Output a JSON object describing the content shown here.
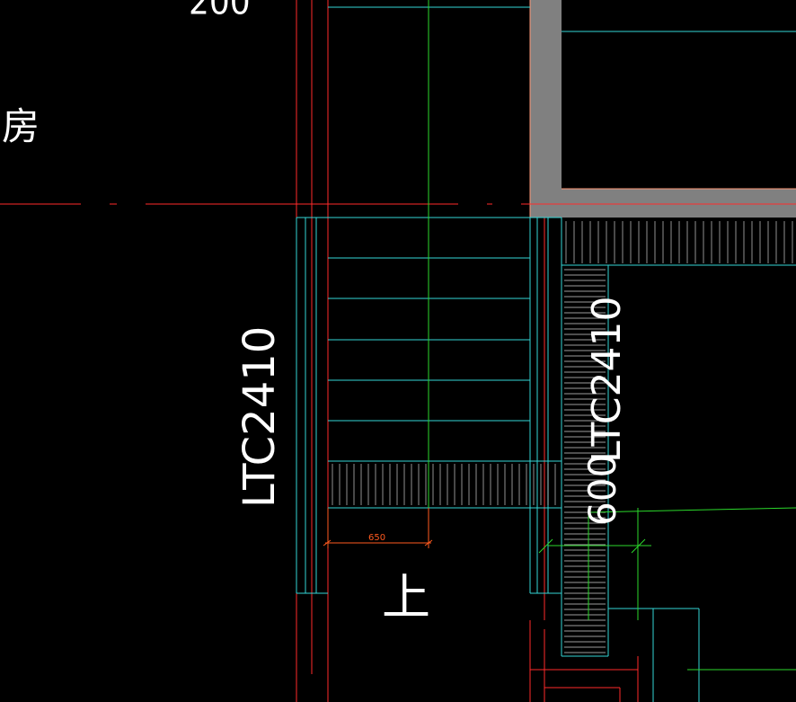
{
  "drawing": {
    "labels": {
      "room": "房",
      "top_dim": "200",
      "stair_label_left": "LTC2410",
      "stair_label_right": "LTC2410",
      "right_dim": "600",
      "up_arrow": "上",
      "dim_650": "650"
    },
    "colors": {
      "background": "#000000",
      "cyan": "#33d6d6",
      "red": "#ff2a2a",
      "green": "#2bd92b",
      "white": "#ffffff",
      "orange": "#ff5a1f",
      "gray_wall": "#808080",
      "salmon": "#ff9a7a"
    }
  }
}
